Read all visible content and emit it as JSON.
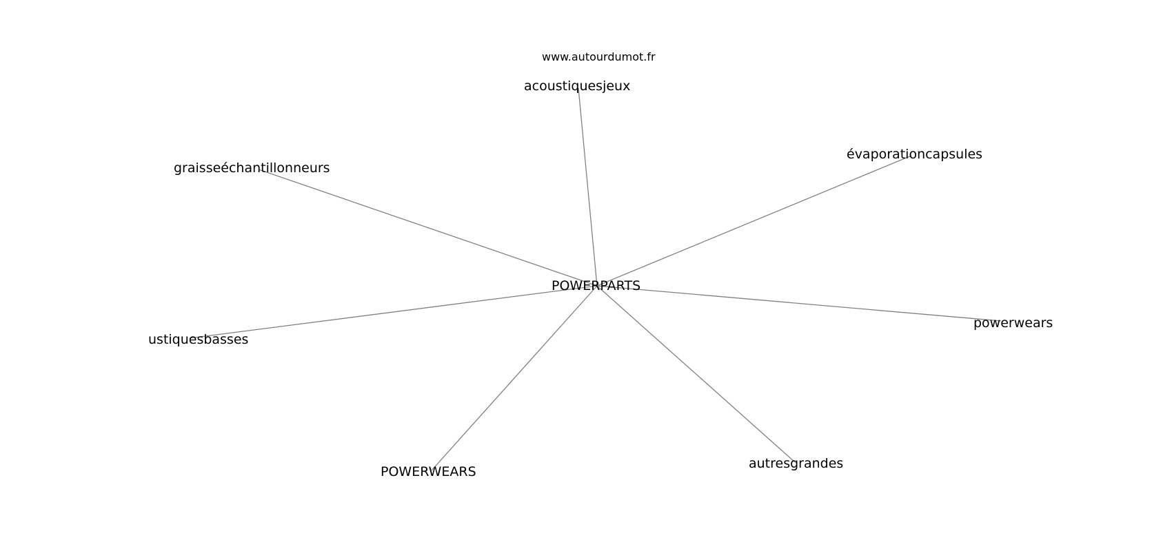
{
  "watermark": "www.autourdumot.fr",
  "center": {
    "label": "POWERPARTS"
  },
  "nodes": [
    {
      "label": "acoustiquesjeux"
    },
    {
      "label": "évaporationcapsules"
    },
    {
      "label": "graisseéchantillonneurs"
    },
    {
      "label": "ustiquesbasses"
    },
    {
      "label": "powerwears"
    },
    {
      "label": "POWERWEARS"
    },
    {
      "label": "autresgrandes"
    }
  ],
  "colors": {
    "edge": "#808080",
    "text": "#000000",
    "background": "#ffffff"
  }
}
